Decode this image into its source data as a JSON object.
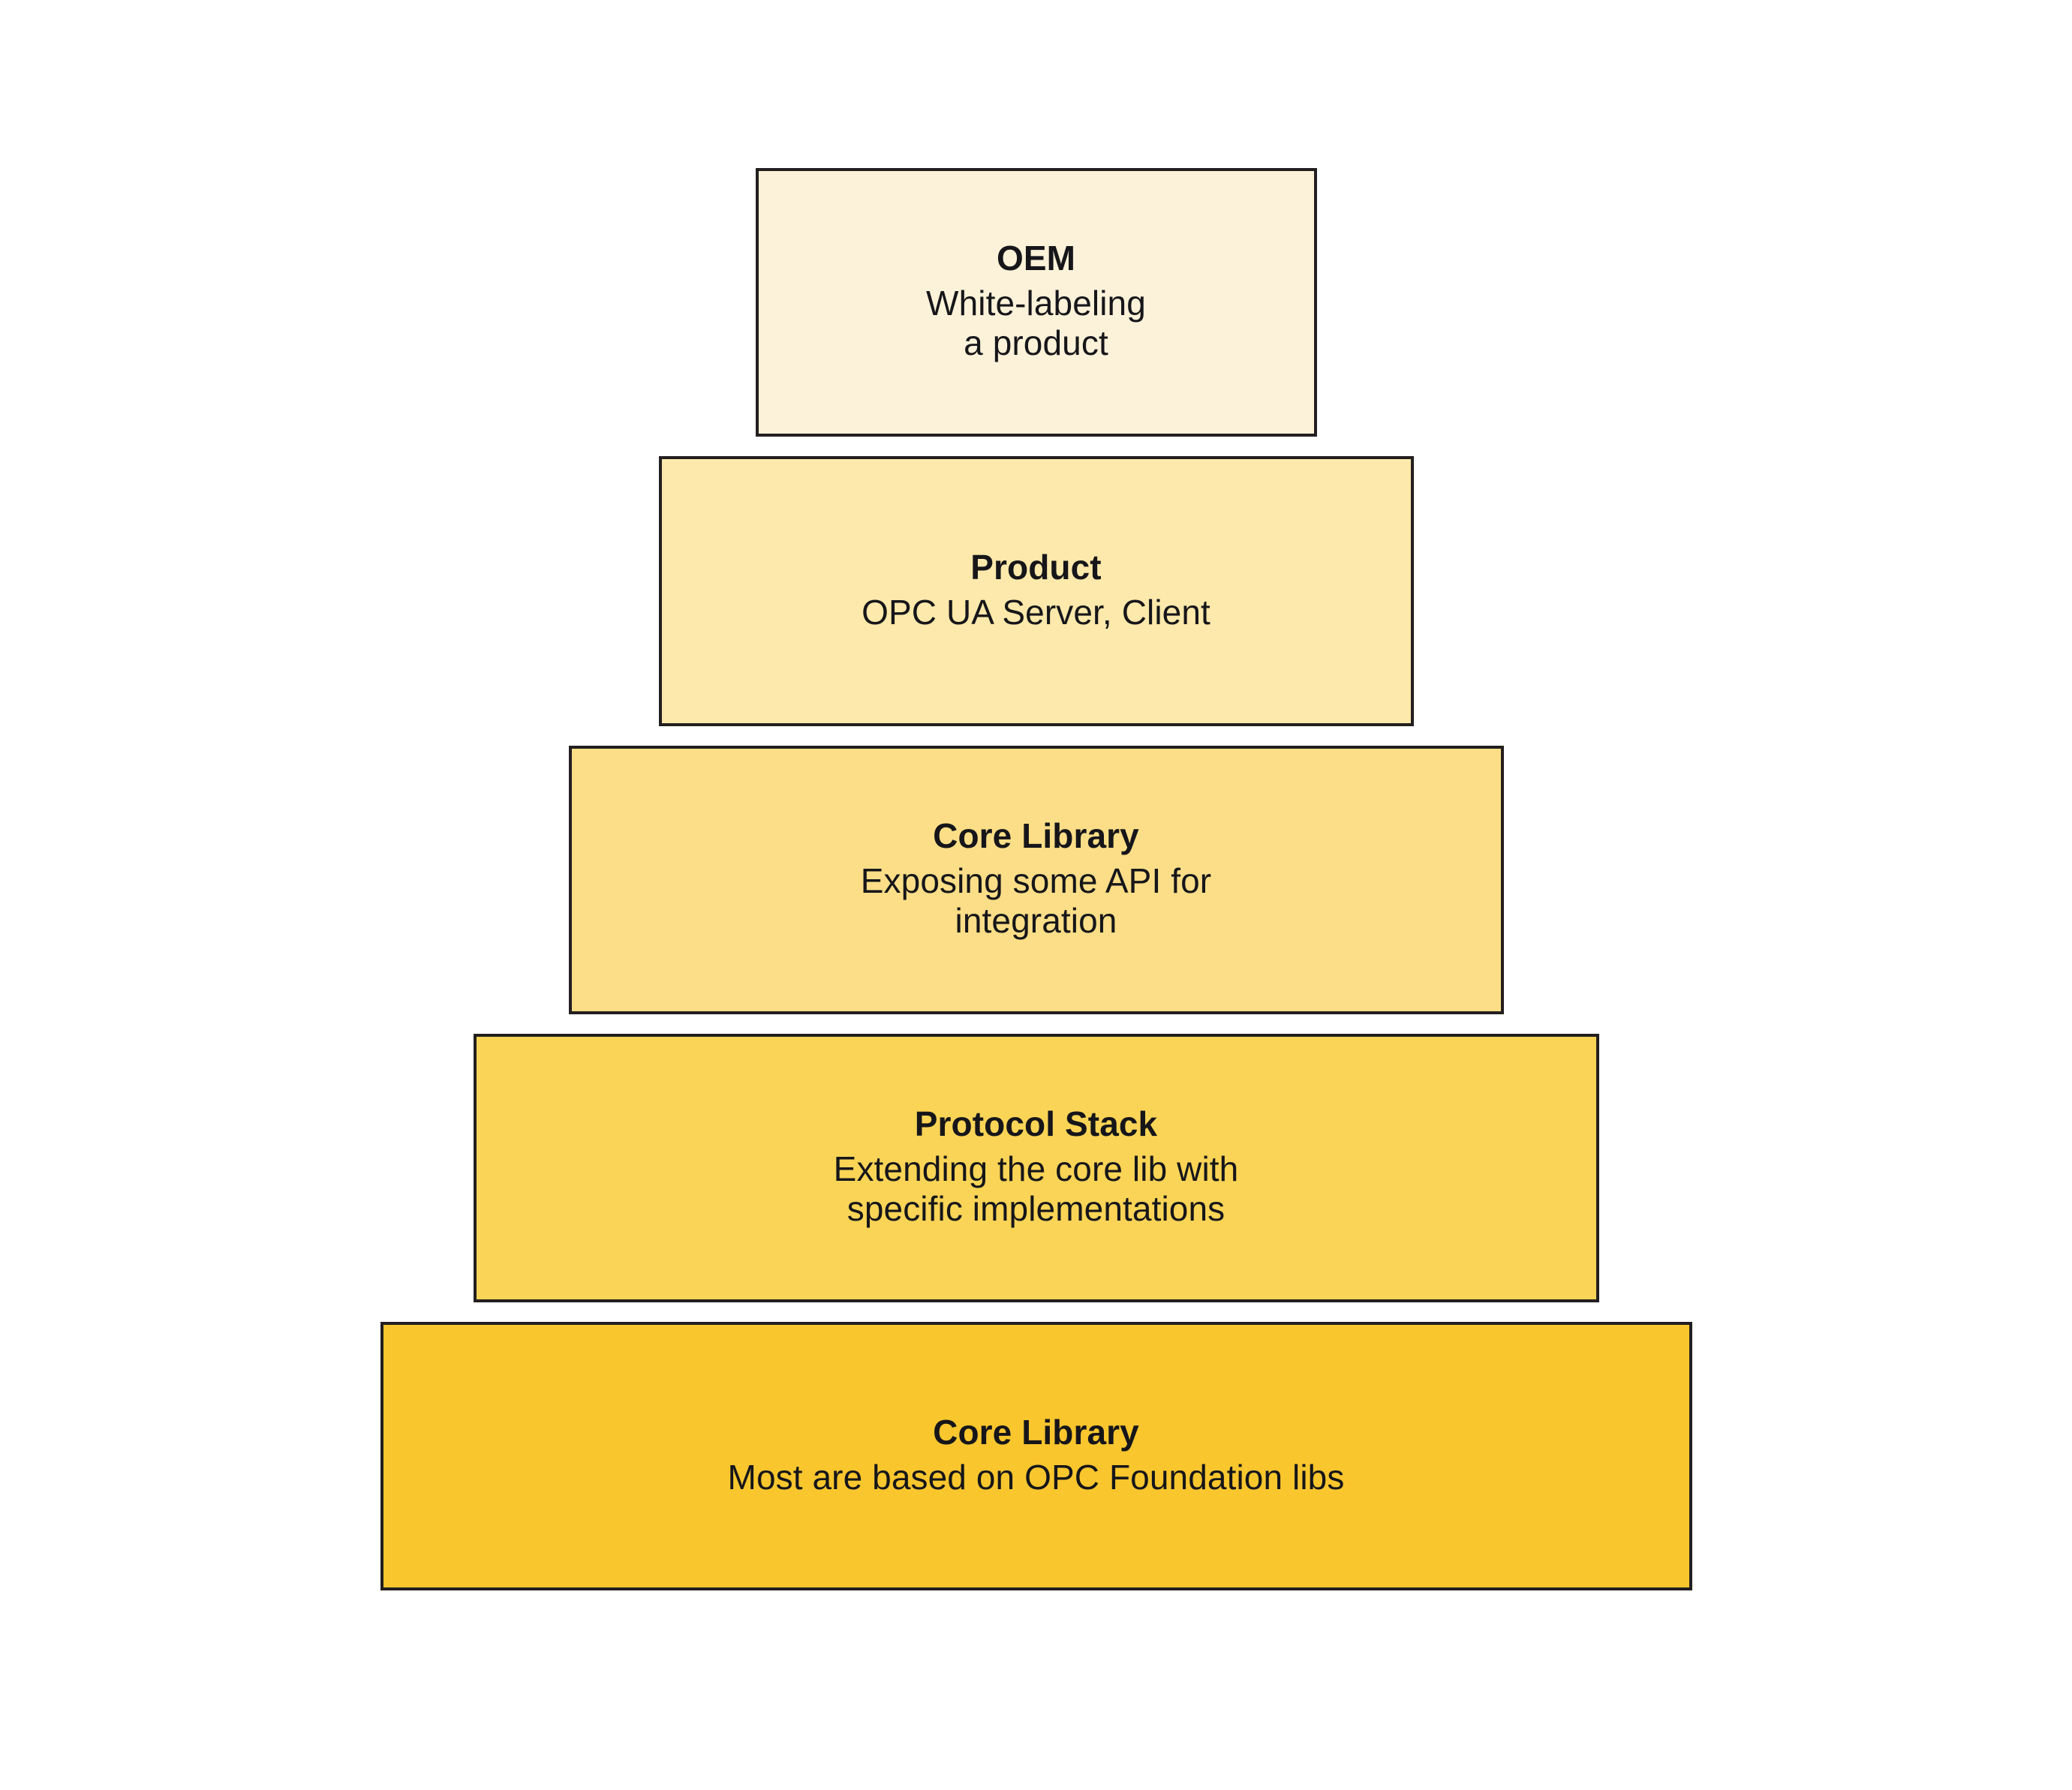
{
  "diagram": {
    "type": "layered-pyramid",
    "background_color": "#ffffff",
    "border_color": "#231f20",
    "text_color": "#16161a",
    "layers": [
      {
        "title": "OEM",
        "description": "White-labeling\na product",
        "description_line_1": "White-labeling",
        "description_line_2": "a product",
        "fill_color": "#FCF2D9",
        "level": 1
      },
      {
        "title": "Product",
        "description": "OPC UA Server, Client",
        "description_line_1": "OPC UA Server, Client",
        "description_line_2": "",
        "fill_color": "#FCE9AB",
        "level": 2
      },
      {
        "title": "Core Library",
        "description": "Exposing some API for\nintegration",
        "description_line_1": "Exposing some API for",
        "description_line_2": "integration",
        "fill_color": "#FBDE87",
        "level": 3
      },
      {
        "title": "Protocol Stack",
        "description": "Extending the core lib with\nspecific implementations",
        "description_line_1": "Extending the core lib with",
        "description_line_2": "specific implementations",
        "fill_color": "#FAD456",
        "level": 4
      },
      {
        "title": "Core Library",
        "description": "Most are based on OPC Foundation libs",
        "description_line_1": "Most are based on OPC Foundation libs",
        "description_line_2": "",
        "fill_color": "#F9C62E",
        "level": 5
      }
    ]
  }
}
